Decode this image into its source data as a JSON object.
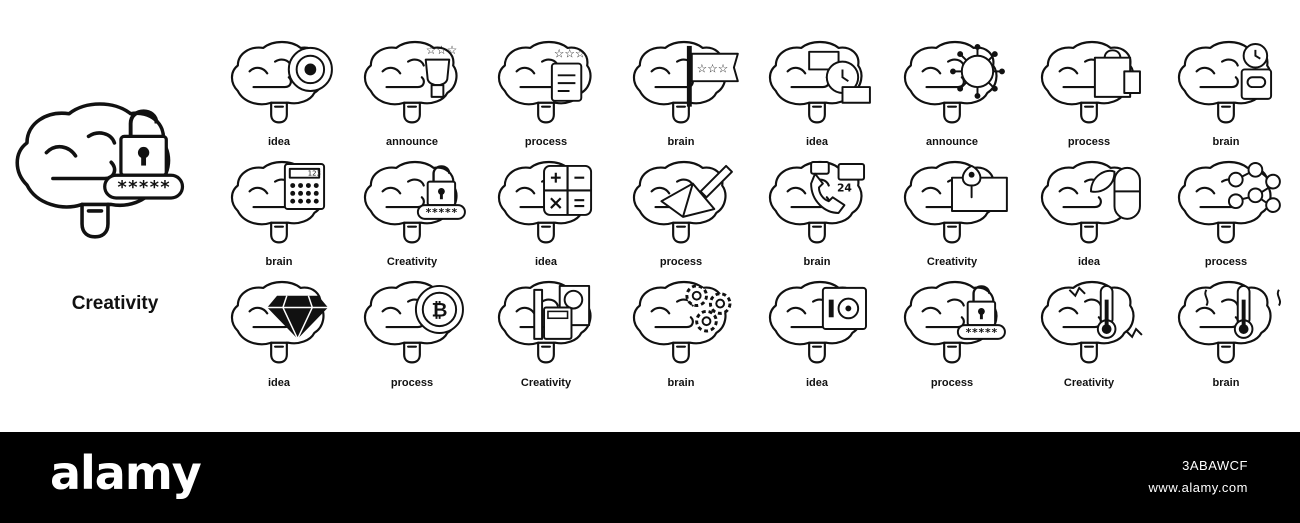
{
  "hero": {
    "label": "Creativity",
    "password_mask": "*****",
    "icon": "padlock-password-icon"
  },
  "icons": [
    {
      "label": "idea",
      "icon": "target-chart-icon"
    },
    {
      "label": "announce",
      "icon": "trophy-stars-icon"
    },
    {
      "label": "process",
      "icon": "clipboard-stars-icon"
    },
    {
      "label": "brain",
      "icon": "flag-stars-icon"
    },
    {
      "label": "idea",
      "icon": "money-clock-icon"
    },
    {
      "label": "announce",
      "icon": "virus-icon"
    },
    {
      "label": "process",
      "icon": "shopping-bag-icon"
    },
    {
      "label": "brain",
      "icon": "clock-medicine-icon"
    },
    {
      "label": "brain",
      "icon": "calculator-icon",
      "display": "123"
    },
    {
      "label": "Creativity",
      "icon": "padlock-password-icon",
      "mask": "*****"
    },
    {
      "label": "idea",
      "icon": "math-operators-icon"
    },
    {
      "label": "process",
      "icon": "paper-plane-pencil-icon"
    },
    {
      "label": "brain",
      "icon": "support-24-icon",
      "badge": "24"
    },
    {
      "label": "Creativity",
      "icon": "map-pin-icon"
    },
    {
      "label": "idea",
      "icon": "capsule-leaf-icon"
    },
    {
      "label": "process",
      "icon": "molecule-icon"
    },
    {
      "label": "idea",
      "icon": "diamond-icon"
    },
    {
      "label": "process",
      "icon": "bitcoin-icon"
    },
    {
      "label": "Creativity",
      "icon": "calculator-search-icon"
    },
    {
      "label": "brain",
      "icon": "gears-icon"
    },
    {
      "label": "idea",
      "icon": "safe-box-icon"
    },
    {
      "label": "process",
      "icon": "padlock-password-icon",
      "mask": "*****"
    },
    {
      "label": "Creativity",
      "icon": "thermometer-cold-icon"
    },
    {
      "label": "brain",
      "icon": "thermometer-hot-icon"
    }
  ],
  "footer": {
    "logo": "alamy",
    "image_id": "3ABAWCF",
    "site": "www.alamy.com"
  }
}
